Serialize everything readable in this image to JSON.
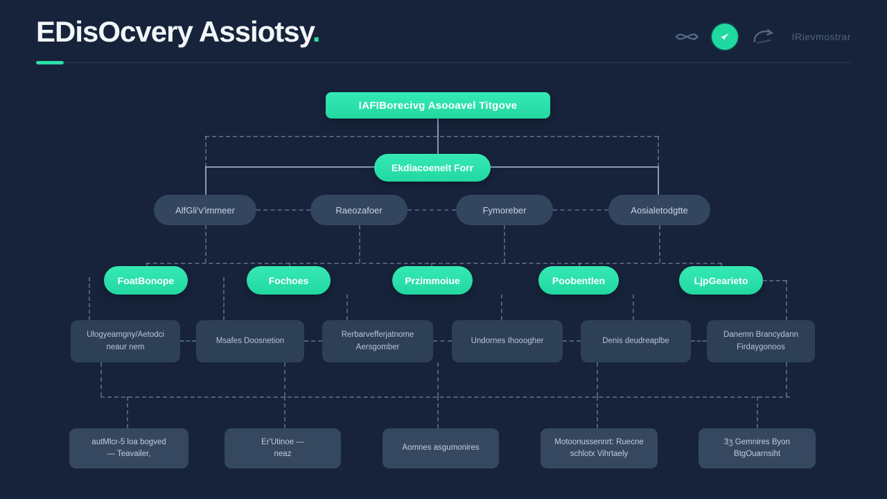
{
  "colors": {
    "background": "#16233A",
    "accent_teal": "#2BE0A8",
    "node_slate": "#33455F",
    "line_gray": "#96AAC8"
  },
  "header": {
    "title": "EDisOcvery Assiotsy",
    "title_dot": ".",
    "toolbar_label": "IRievmostrar"
  },
  "diagram": {
    "root": "IAFIBorecivg Asooavel Titgove",
    "manager": "Ekdiacoenelt Forr",
    "level3": [
      "AlfGli'v'immeer",
      "Raeozafoer",
      "Fymoreber",
      "Aosialetodgtte"
    ],
    "level4": [
      "FoatBonope",
      "Fochoes",
      "Przimmoiue",
      "Poobentlen",
      "LjpGearieto"
    ],
    "level5": [
      "Ulogyeamgny/Aetodci\nneaur nem",
      "Msafes Doosnetion",
      "Rerbarvefferjatnome\nAersgomber",
      "Undornes Ihooogher",
      "Denis deudreaplbe",
      "Danemn Brancydann\nFirdaygonoos"
    ],
    "level6": [
      "autMlcr-5 loa bogved\n— Teavailer,",
      "Er'Utinoe —\nneaz",
      "Aomnes asgumonires",
      "Motoonussennrt: Ruecne\nschlotx Vihrtaely",
      "3ʒ Gemnires Byon\nBtgOuarnsiht"
    ]
  }
}
